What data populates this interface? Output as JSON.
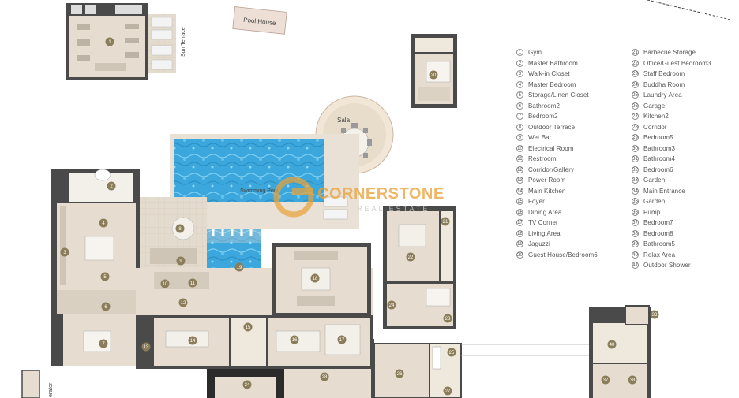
{
  "labels": {
    "pool_house": "Pool House",
    "sun_terrace": "Sun Terrace",
    "sala": "Sala",
    "swimming_pool": "Swimming Pool",
    "generator": "erator"
  },
  "watermark": {
    "brand": "CORNERSTONE",
    "sub": "REAL ESTATE"
  },
  "colors": {
    "pool": "#3ba7dc",
    "floor": "#e6ddd0",
    "marker": "#8b7d5a",
    "walls": "#4a4a4a",
    "accent": "#e9a23a"
  },
  "legend": [
    {
      "n": "1",
      "label": "Gym"
    },
    {
      "n": "2",
      "label": "Master Bathroom"
    },
    {
      "n": "3",
      "label": "Walk-in Closet"
    },
    {
      "n": "4",
      "label": "Master Bedroom"
    },
    {
      "n": "5",
      "label": "Storage/Linen Closet"
    },
    {
      "n": "6",
      "label": "Bathroom2"
    },
    {
      "n": "7",
      "label": "Bedroom2"
    },
    {
      "n": "8",
      "label": "Outdoor Terrace"
    },
    {
      "n": "9",
      "label": "Wet Bar"
    },
    {
      "n": "10",
      "label": "Electrical Room"
    },
    {
      "n": "11",
      "label": "Restroom"
    },
    {
      "n": "12",
      "label": "Corridor/Gallery"
    },
    {
      "n": "13",
      "label": "Power Room"
    },
    {
      "n": "14",
      "label": "Main Kitchen"
    },
    {
      "n": "15",
      "label": "Foyer"
    },
    {
      "n": "16",
      "label": "Dining Area"
    },
    {
      "n": "17",
      "label": "TV Corner"
    },
    {
      "n": "18",
      "label": "Living Area"
    },
    {
      "n": "19",
      "label": "Jaguzzi"
    },
    {
      "n": "20",
      "label": "Guest House/Bedroom6"
    },
    {
      "n": "21",
      "label": "Barbecue Storage"
    },
    {
      "n": "22",
      "label": "Office/Guest Bedroom3"
    },
    {
      "n": "23",
      "label": "Staff Bedroom"
    },
    {
      "n": "24",
      "label": "Buddha Room"
    },
    {
      "n": "25",
      "label": "Laundry Area"
    },
    {
      "n": "26",
      "label": "Garage"
    },
    {
      "n": "27",
      "label": "Kitchen2"
    },
    {
      "n": "28",
      "label": "Corridor"
    },
    {
      "n": "29",
      "label": "Bedroom5"
    },
    {
      "n": "30",
      "label": "Bathroom3"
    },
    {
      "n": "31",
      "label": "Bathroom4"
    },
    {
      "n": "32",
      "label": "Bedroom6"
    },
    {
      "n": "33",
      "label": "Garden"
    },
    {
      "n": "34",
      "label": "Main Entrance"
    },
    {
      "n": "35",
      "label": "Garden"
    },
    {
      "n": "36",
      "label": "Pump"
    },
    {
      "n": "37",
      "label": "Bedroom7"
    },
    {
      "n": "38",
      "label": "Bedroom8"
    },
    {
      "n": "39",
      "label": "Bathroom5"
    },
    {
      "n": "40",
      "label": "Relax Area"
    },
    {
      "n": "41",
      "label": "Outdoor Shower"
    }
  ],
  "markers": [
    "1",
    "2",
    "3",
    "4",
    "5",
    "6",
    "7",
    "8",
    "9",
    "10",
    "11",
    "12",
    "13",
    "14",
    "15",
    "16",
    "17",
    "18",
    "19",
    "20",
    "21",
    "22",
    "23",
    "24",
    "25",
    "26",
    "27",
    "28",
    "33",
    "34",
    "37",
    "38",
    "40"
  ]
}
